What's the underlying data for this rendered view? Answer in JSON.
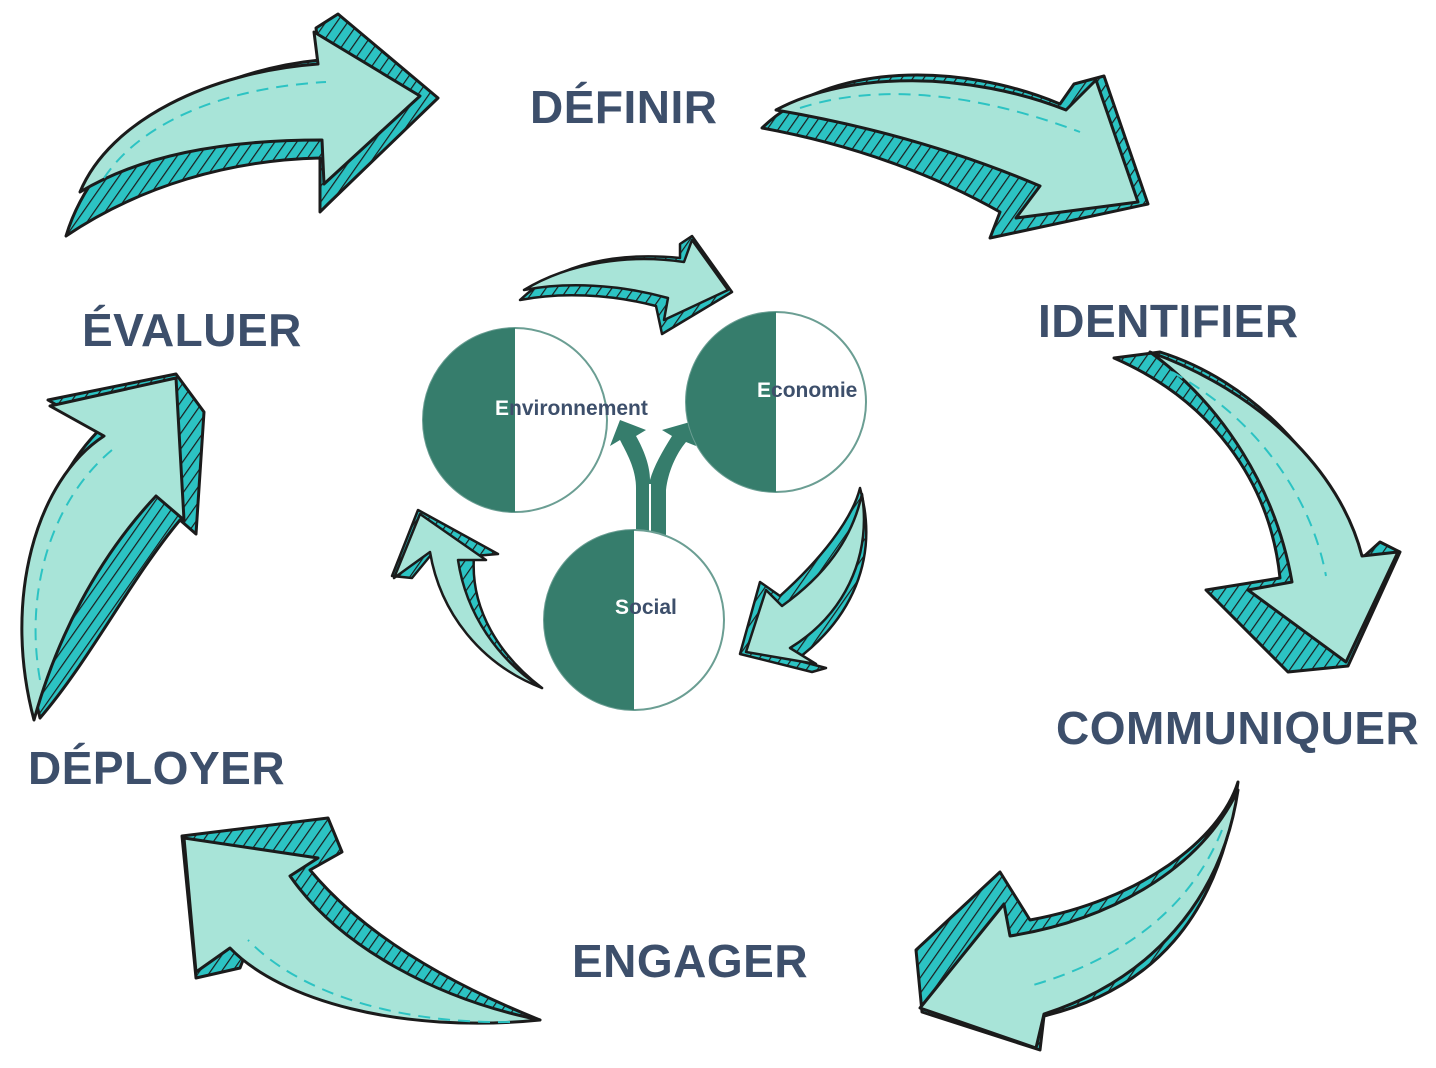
{
  "steps": {
    "definir": "DÉFINIR",
    "identifier": "IDENTIFIER",
    "communiquer": "COMMUNIQUER",
    "engager": "ENGAGER",
    "deployer": "DÉPLOYER",
    "evaluer": "ÉVALUER"
  },
  "pillars": {
    "environnement": {
      "initial": "E",
      "rest": "nvironnement"
    },
    "economie": {
      "initial": "E",
      "rest": "conomie"
    },
    "social": {
      "initial": "S",
      "rest": "ocial"
    }
  },
  "colors": {
    "arrow_fill": "#a8e4d8",
    "arrow_side": "#2cc3c3",
    "outline": "#1b1b1b",
    "circle_dark": "#367d6c",
    "text": "#3d4f6b"
  }
}
